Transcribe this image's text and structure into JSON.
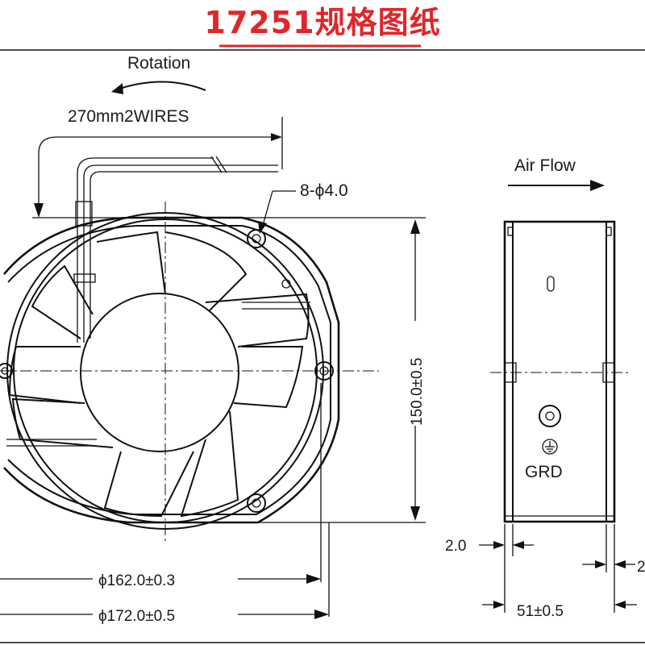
{
  "title": "17251规格图纸",
  "colors": {
    "title": "#e0262a",
    "line": "#111111",
    "background": "#ffffff"
  },
  "front_view": {
    "rotation_label": "Rotation",
    "wires_label": "270mm2WIRES",
    "holes_label": "8-ϕ4.0",
    "height_dim": "150.0±0.5",
    "inner_diameter_dim": "ϕ162.0±0.3",
    "outer_diameter_dim": "ϕ172.0±0.5"
  },
  "side_view": {
    "airflow_label": "Air Flow",
    "ground_label": "GRD",
    "flange_dim_left": "2.0",
    "flange_dim_right": "2",
    "depth_dim": "51±0.5"
  },
  "icons": [
    "rotation-arrow-icon",
    "airflow-arrow-icon",
    "ground-symbol-icon"
  ]
}
